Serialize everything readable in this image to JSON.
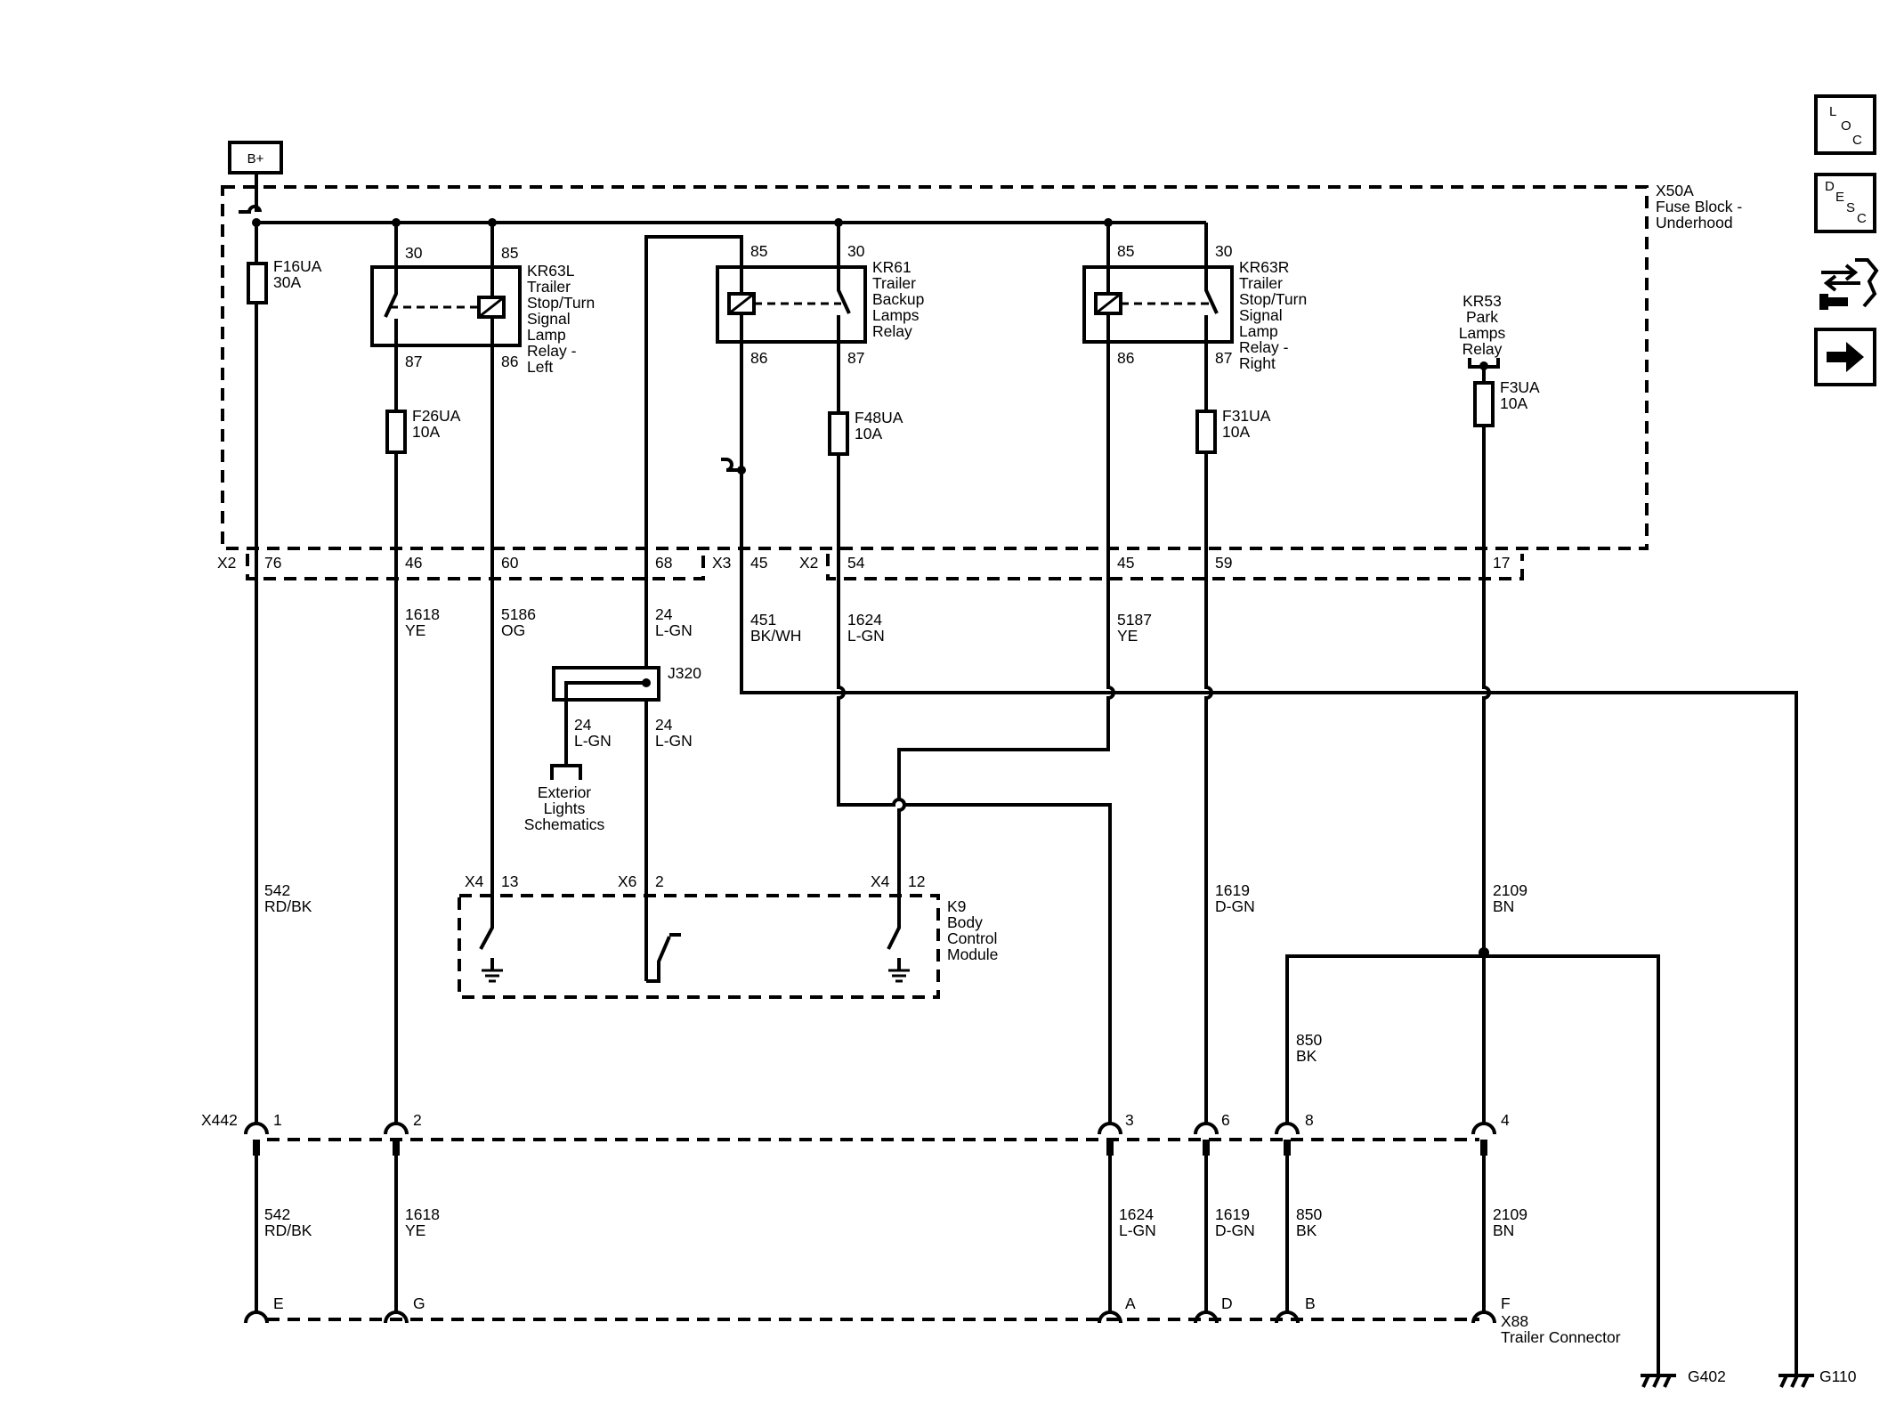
{
  "power": {
    "label": "B+"
  },
  "fuse_block": {
    "id": "X50A",
    "name": "Fuse Block -",
    "name2": "Underhood"
  },
  "fuses": {
    "f16": {
      "id": "F16UA",
      "rating": "30A"
    },
    "f26": {
      "id": "F26UA",
      "rating": "10A"
    },
    "f48": {
      "id": "F48UA",
      "rating": "10A"
    },
    "f31": {
      "id": "F31UA",
      "rating": "10A"
    },
    "f3": {
      "id": "F3UA",
      "rating": "10A"
    }
  },
  "relays": {
    "kr63l": {
      "id": "KR63L",
      "lines": [
        "Trailer",
        "Stop/Turn",
        "Signal",
        "Lamp",
        "Relay -",
        "Left"
      ],
      "pin_top_left": "30",
      "pin_top_right": "85",
      "pin_bottom_left": "87",
      "pin_bottom_right": "86"
    },
    "kr61": {
      "id": "KR61",
      "lines": [
        "Trailer",
        "Backup",
        "Lamps",
        "Relay"
      ],
      "pin_top_left": "85",
      "pin_top_right": "30",
      "pin_bottom_left": "86",
      "pin_bottom_right": "87"
    },
    "kr63r": {
      "id": "KR63R",
      "lines": [
        "Trailer",
        "Stop/Turn",
        "Signal",
        "Lamp",
        "Relay -",
        "Right"
      ],
      "pin_top_left": "85",
      "pin_top_right": "30",
      "pin_bottom_left": "86",
      "pin_bottom_right": "87"
    },
    "kr53": {
      "id": "KR53",
      "lines": [
        "Park",
        "Lamps",
        "Relay"
      ]
    }
  },
  "fuse_block_connectors": {
    "x2a": {
      "name": "X2",
      "pins": [
        "76",
        "46",
        "60",
        "68"
      ]
    },
    "x3": {
      "name": "X3",
      "pins": [
        "45"
      ]
    },
    "x2b": {
      "name": "X2",
      "pins": [
        "54",
        "45",
        "59",
        "17"
      ]
    }
  },
  "wires_upper": [
    {
      "circuit": "1618",
      "color": "YE"
    },
    {
      "circuit": "5186",
      "color": "OG"
    },
    {
      "circuit": "24",
      "color": "L-GN"
    },
    {
      "circuit": "451",
      "color": "BK/WH"
    },
    {
      "circuit": "1624",
      "color": "L-GN"
    },
    {
      "circuit": "5187",
      "color": "YE"
    }
  ],
  "splice": {
    "id": "J320",
    "wire_left": {
      "circuit": "24",
      "color": "L-GN"
    },
    "wire_right": {
      "circuit": "24",
      "color": "L-GN"
    },
    "ref_lines": [
      "Exterior",
      "Lights",
      "Schematics"
    ]
  },
  "bcm": {
    "lines": [
      "K9",
      "Body",
      "Control",
      "Module"
    ],
    "pins": [
      {
        "conn": "X4",
        "pin": "13"
      },
      {
        "conn": "X6",
        "pin": "2"
      },
      {
        "conn": "X4",
        "pin": "12"
      }
    ]
  },
  "wires_middle": [
    {
      "circuit": "542",
      "color": "RD/BK"
    },
    {
      "circuit": "1619",
      "color": "D-GN"
    },
    {
      "circuit": "2109",
      "color": "BN"
    },
    {
      "circuit": "850",
      "color": "BK"
    }
  ],
  "x442": {
    "name": "X442",
    "pins": [
      "1",
      "2",
      "3",
      "6",
      "8",
      "4"
    ]
  },
  "wires_lower": [
    {
      "circuit": "542",
      "color": "RD/BK"
    },
    {
      "circuit": "1618",
      "color": "YE"
    },
    {
      "circuit": "1624",
      "color": "L-GN"
    },
    {
      "circuit": "1619",
      "color": "D-GN"
    },
    {
      "circuit": "850",
      "color": "BK"
    },
    {
      "circuit": "2109",
      "color": "BN"
    }
  ],
  "x88": {
    "name": "X88",
    "desc": "Trailer Connector",
    "pins": [
      "E",
      "G",
      "A",
      "D",
      "B",
      "F"
    ]
  },
  "grounds": [
    "G402",
    "G110"
  ],
  "side_buttons": {
    "loc": [
      "L",
      "O",
      "C"
    ],
    "desc": [
      "D",
      "E",
      "S",
      "C"
    ]
  }
}
